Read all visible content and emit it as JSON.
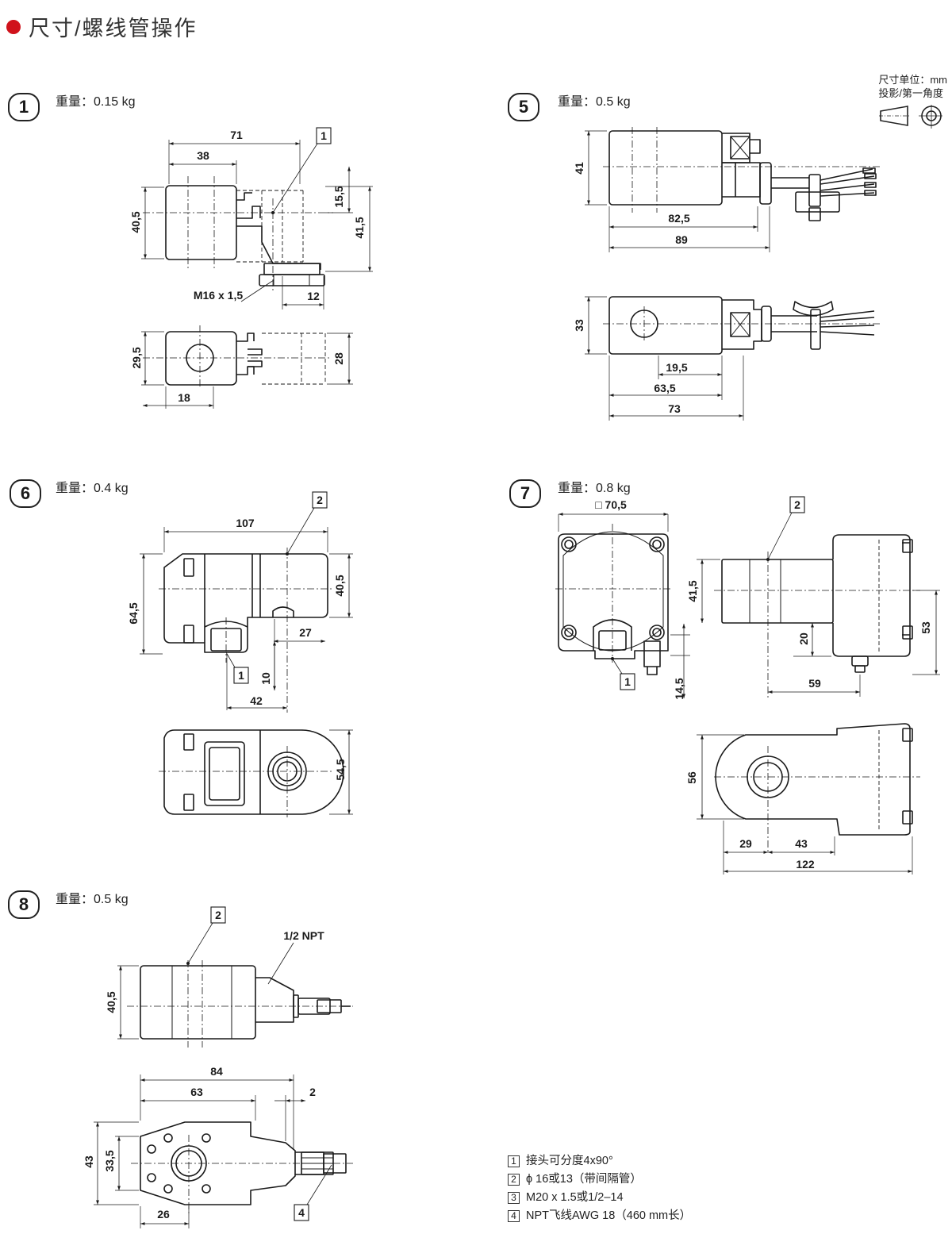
{
  "header": {
    "title": "尺寸/螺线管操作",
    "accent_color": "#d0121b"
  },
  "units_note": {
    "line1": "尺寸单位：mm",
    "line2": "投影/第一角度"
  },
  "sections": [
    {
      "id": "1",
      "weight": "重量：0.15 kg"
    },
    {
      "id": "5",
      "weight": "重量：0.5 kg"
    },
    {
      "id": "6",
      "weight": "重量：0.4 kg"
    },
    {
      "id": "7",
      "weight": "重量：0.8 kg"
    },
    {
      "id": "8",
      "weight": "重量：0.5 kg"
    }
  ],
  "dims": {
    "s1": [
      "71",
      "38",
      "40,5",
      "15,5",
      "41,5",
      "M16 x 1,5",
      "12",
      "29,5",
      "28",
      "18",
      "1"
    ],
    "s5": [
      "41",
      "82,5",
      "89",
      "33",
      "19,5",
      "63,5",
      "73"
    ],
    "s6": [
      "107",
      "2",
      "40,5",
      "64,5",
      "27",
      "1",
      "10",
      "42",
      "54,5"
    ],
    "s7": [
      "□ 70,5",
      "2",
      "41,5",
      "53",
      "20",
      "1",
      "14,5",
      "59",
      "56",
      "29",
      "43",
      "122"
    ],
    "s8": [
      "2",
      "1/2 NPT",
      "40,5",
      "84",
      "63",
      "2",
      "43",
      "33,5",
      "26",
      "4"
    ]
  },
  "legend": [
    {
      "num": "1",
      "text": "接头可分度4x90°"
    },
    {
      "num": "2",
      "text": "ϕ 16或13（带间隔管）"
    },
    {
      "num": "3",
      "text": "M20 x 1.5或1/2–14"
    },
    {
      "num": "4",
      "text": "NPT飞线AWG 18（460 mm长）"
    }
  ]
}
